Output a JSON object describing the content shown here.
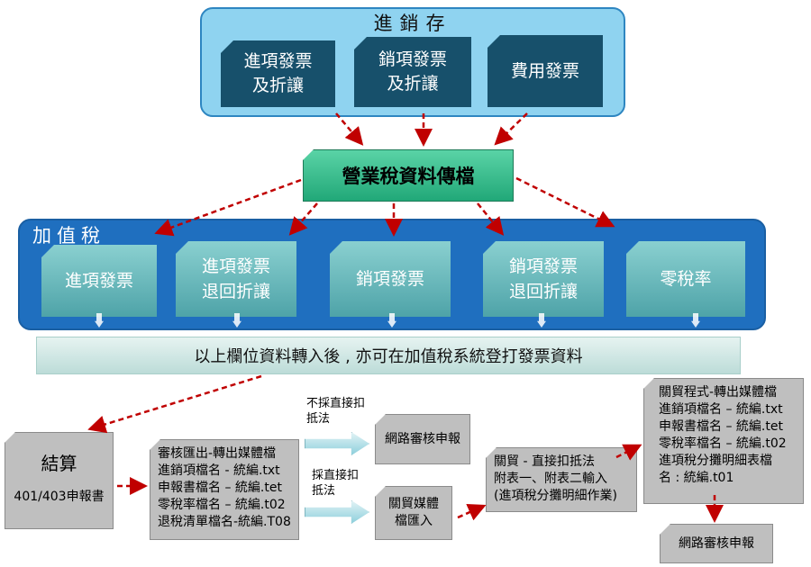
{
  "top_group": {
    "title": "進銷存",
    "cards": [
      {
        "line1": "進項發票",
        "line2": "及折讓"
      },
      {
        "line1": "銷項發票",
        "line2": "及折讓"
      },
      {
        "line1": "費用發票",
        "line2": ""
      }
    ]
  },
  "center": {
    "label": "營業稅資料傳檔"
  },
  "vat_group": {
    "title": "加值稅",
    "cards": [
      {
        "line1": "進項發票",
        "line2": ""
      },
      {
        "line1": "進項發票",
        "line2": "退回折讓"
      },
      {
        "line1": "銷項發票",
        "line2": ""
      },
      {
        "line1": "銷項發票",
        "line2": "退回折讓"
      },
      {
        "line1": "零稅率",
        "line2": ""
      }
    ]
  },
  "note_bar": {
    "text": "以上欄位資料轉入後 , 亦可在加值稅系統登打發票資料"
  },
  "settlement": {
    "title": "結算",
    "subtitle": "401/403申報書"
  },
  "audit_export": {
    "lines": [
      "審核匯出-轉出媒體檔",
      "進銷項檔名 - 統編.txt",
      "申報書檔名 – 統編.tet",
      "零稅率檔名 – 統編.t02",
      "退稅清單檔名-統編.T08"
    ]
  },
  "branch_top": {
    "label_line1": "不採直接扣",
    "label_line2": "抵法",
    "target": "網路審核申報"
  },
  "branch_bottom": {
    "label_line1": "採直接扣",
    "label_line2": "抵法",
    "target_line1": "關貿媒體",
    "target_line2": "檔匯入"
  },
  "tradevan_direct": {
    "lines": [
      "關貿 - 直接扣抵法",
      "附表一、附表二輸入",
      "(進項稅分攤明細作業)"
    ]
  },
  "tradevan_export": {
    "lines": [
      "關貿程式-轉出媒體檔",
      "進銷項檔名 – 統編.txt",
      "申報書檔名 –  統編.tet",
      "零稅率檔名 –  統編.t02",
      "進項稅分攤明細表檔",
      "名 : 統編.t01"
    ]
  },
  "final_step": {
    "label": "網路審核申報"
  },
  "colors": {
    "arrow": "#c00000",
    "top_card": "#17506b",
    "vat_panel": "#1f6fbf",
    "center": "#2fb98a",
    "gray": "#bfbfbf"
  }
}
